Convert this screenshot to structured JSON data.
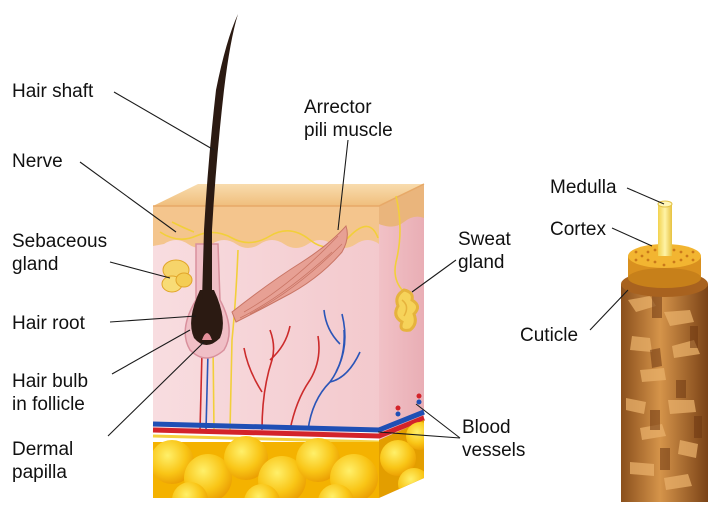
{
  "labels": {
    "hair_shaft": "Hair shaft",
    "nerve": "Nerve",
    "sebaceous_gland": [
      "Sebaceous",
      "gland"
    ],
    "hair_root": "Hair root",
    "hair_bulb": [
      "Hair bulb",
      "in follicle"
    ],
    "dermal_papilla": [
      "Dermal",
      "papilla"
    ],
    "arrector_pili": [
      "Arrector",
      "pili muscle"
    ],
    "sweat_gland": [
      "Sweat",
      "gland"
    ],
    "blood_vessels": [
      "Blood",
      "vessels"
    ],
    "medulla": "Medulla",
    "cortex": "Cortex",
    "cuticle": "Cuticle"
  },
  "colors": {
    "epidermis": "#f3c98f",
    "dermis": "#f6d3d6",
    "fat": "#f7b500",
    "hair": "#2a1a12",
    "artery": "#d3232a",
    "vein": "#1f4fb5",
    "nerve": "#f4d03f",
    "muscle": "#e59a90",
    "cuticle": "#b8742f",
    "cortex": "#e8a52a",
    "medulla": "#f6e27a",
    "leader": "#1a1a1a"
  }
}
